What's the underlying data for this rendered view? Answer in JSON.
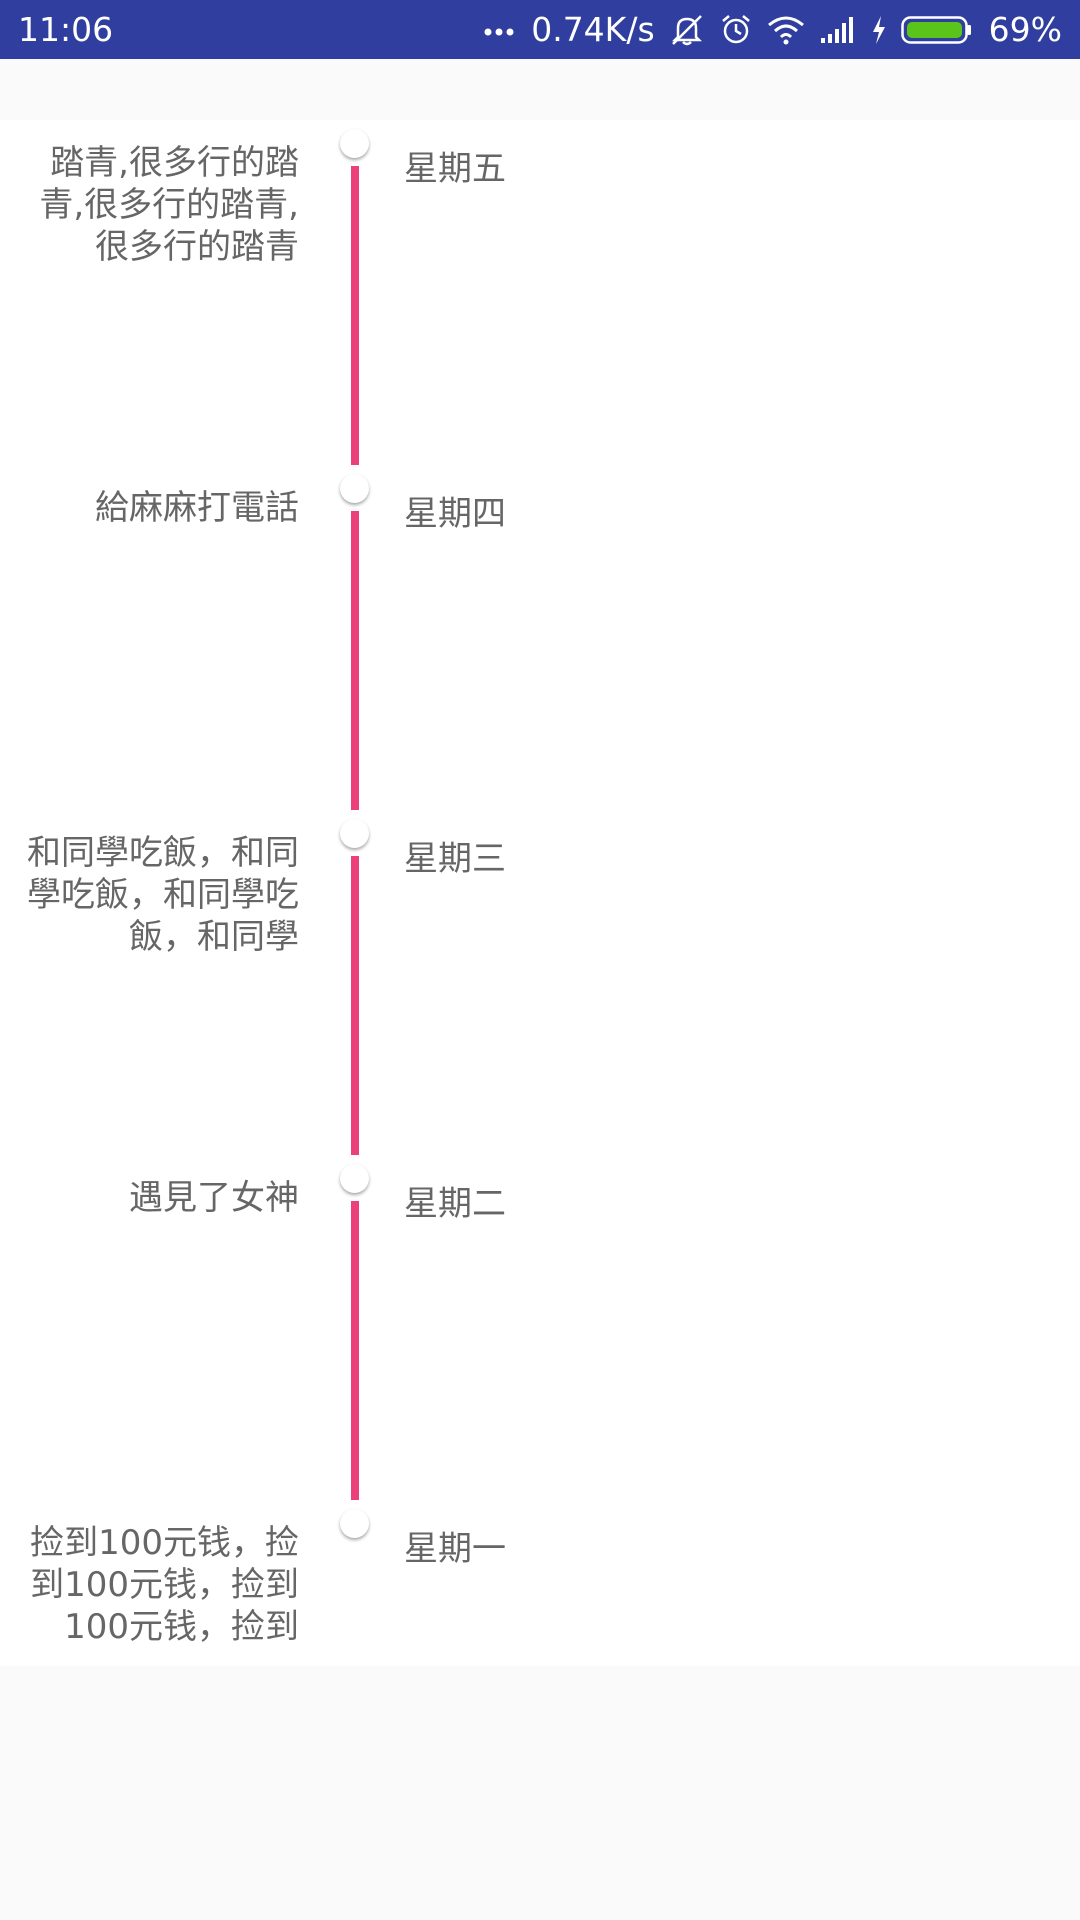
{
  "status_bar": {
    "time": "11:06",
    "dots": "•••",
    "network_speed": "0.74K/s",
    "battery_level": "69%",
    "icons": [
      "more-dots-icon",
      "mute-icon",
      "alarm-icon",
      "wifi-icon",
      "signal-icon",
      "charging-icon",
      "battery-icon"
    ],
    "background_color": "#303f9f",
    "battery_color": "#5ac41a"
  },
  "timeline": {
    "line_color": "#ec407a",
    "items": [
      {
        "desc": "踏青,很多行的踏青,很多行的踏青,很多行的踏青",
        "day": "星期五",
        "has_line": true
      },
      {
        "desc": "給麻麻打電話",
        "day": "星期四",
        "has_line": true
      },
      {
        "desc": "和同學吃飯，和同學吃飯，和同學吃飯，和同學",
        "day": "星期三",
        "has_line": true
      },
      {
        "desc": "遇見了女神",
        "day": "星期二",
        "has_line": true
      },
      {
        "desc": "捡到100元钱，捡到100元钱，捡到100元钱，捡到",
        "day": "星期一",
        "has_line": false
      }
    ]
  }
}
